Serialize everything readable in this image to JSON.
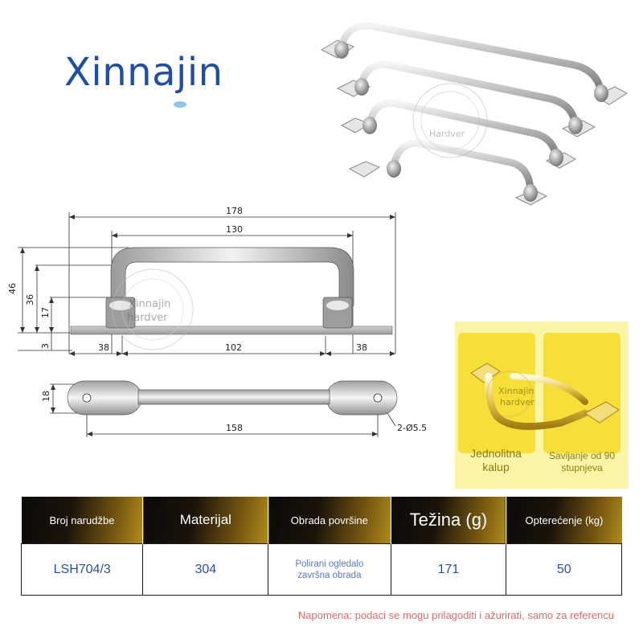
{
  "brand": {
    "name": "Xinnajin"
  },
  "watermark": {
    "line1": "Xinnajin",
    "line2": "hardver",
    "photo_line": "Hardver"
  },
  "drawing": {
    "dim_total": "178",
    "dim_inner": "130",
    "dim_height": "46",
    "dim_height2": "36",
    "dim_foot": "17",
    "dim_plate": "3",
    "dim_left": "38",
    "dim_mid": "102",
    "dim_right": "38",
    "dim_width": "18",
    "dim_hole": "158",
    "hole_spec": "2-Ø5.5"
  },
  "detail": {
    "left_caption": "Jednolitna kalup",
    "right_caption": "Savijanje od 90 stupnjeva"
  },
  "table": {
    "headers": [
      "Broj narudžbe",
      "Materijal",
      "Obrada površine",
      "Težina (g)",
      "Opterećenje (kg)"
    ],
    "row": [
      "LSH704/3",
      "304",
      "Polirani ogledalo završna obrada",
      "171",
      "50"
    ]
  },
  "note": "Napomena: podaci se mogu prilagoditi i ažurirati, samo za referencu"
}
